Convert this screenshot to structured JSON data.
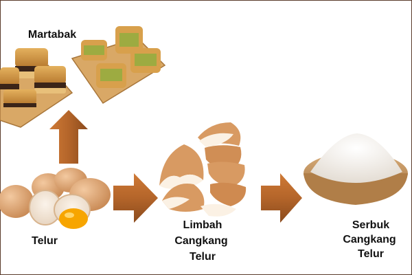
{
  "labels": {
    "martabak": "Martabak",
    "telur": "Telur",
    "limbah_line1": "Limbah",
    "limbah_line2": "Cangkang",
    "limbah_line3": "Telur",
    "serbuk_line1": "Serbuk",
    "serbuk_line2": "Cangkang",
    "serbuk_line3": "Telur"
  },
  "colors": {
    "arrow": "#b4652a",
    "frame": "#5a3b2a",
    "eggshell": "#d9a06d",
    "yolk": "#f7a500",
    "powder": "#f0ece6",
    "bowl": "#c99a64"
  }
}
